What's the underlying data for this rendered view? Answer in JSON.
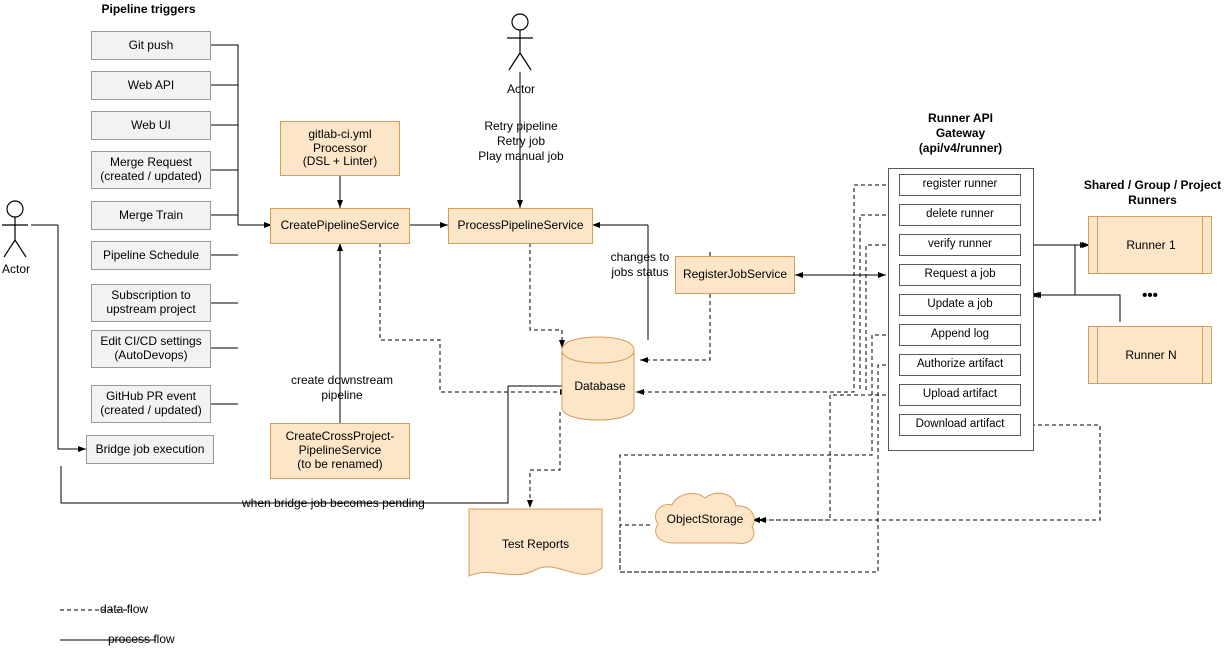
{
  "headings": {
    "pipeline_triggers": "Pipeline triggers",
    "runner_api_gateway": "Runner API\nGateway\n(api/v4/runner)",
    "shared_group_project": "Shared / Group / Project\nRunners"
  },
  "actors": {
    "left": "Actor",
    "top": "Actor"
  },
  "triggers": [
    {
      "label": "Git push"
    },
    {
      "label": "Web API"
    },
    {
      "label": "Web UI"
    },
    {
      "label": "Merge Request\n(created / updated)"
    },
    {
      "label": "Merge Train"
    },
    {
      "label": "Pipeline Schedule"
    },
    {
      "label": "Subscription to\nupstream project"
    },
    {
      "label": "Edit CI/CD settings\n(AutoDevops)"
    },
    {
      "label": "GitHub PR event\n(created / updated)"
    },
    {
      "label": "Bridge job execution"
    }
  ],
  "services": {
    "processor": "gitlab-ci.yml\nProcessor\n(DSL + Linter)",
    "create_pipeline": "CreatePipelineService",
    "process_pipeline": "ProcessPipelineService",
    "register_job": "RegisterJobService",
    "cross_project": "CreateCrossProject-\nPipelineService\n(to be renamed)"
  },
  "stores": {
    "database": "Database",
    "test_reports": "Test Reports",
    "object_storage": "ObjectStorage"
  },
  "api_endpoints": [
    {
      "label": "register runner"
    },
    {
      "label": "delete runner"
    },
    {
      "label": "verify runner"
    },
    {
      "label": "Request a job"
    },
    {
      "label": "Update a job"
    },
    {
      "label": "Append log"
    },
    {
      "label": "Authorize artifact"
    },
    {
      "label": "Upload artifact"
    },
    {
      "label": "Download artifact"
    }
  ],
  "runners": [
    {
      "label": "Runner 1"
    },
    {
      "label": "Runner N"
    }
  ],
  "runners_ellipsis": "•••",
  "edge_labels": {
    "retry": "Retry pipeline\nRetry job\nPlay manual job",
    "changes_to_jobs_status": "changes to\njobs status",
    "create_downstream": "create downstream\npipeline",
    "when_bridge_pending": "when bridge job becomes pending"
  },
  "legend": [
    {
      "label": "data flow",
      "style": "dashed"
    },
    {
      "label": "process flow",
      "style": "solid"
    }
  ],
  "colors": {
    "service_fill": "#fde6c8",
    "service_stroke": "#d79b5a",
    "trigger_fill": "#f2f2f2",
    "trigger_stroke": "#999999",
    "line": "#000000"
  }
}
